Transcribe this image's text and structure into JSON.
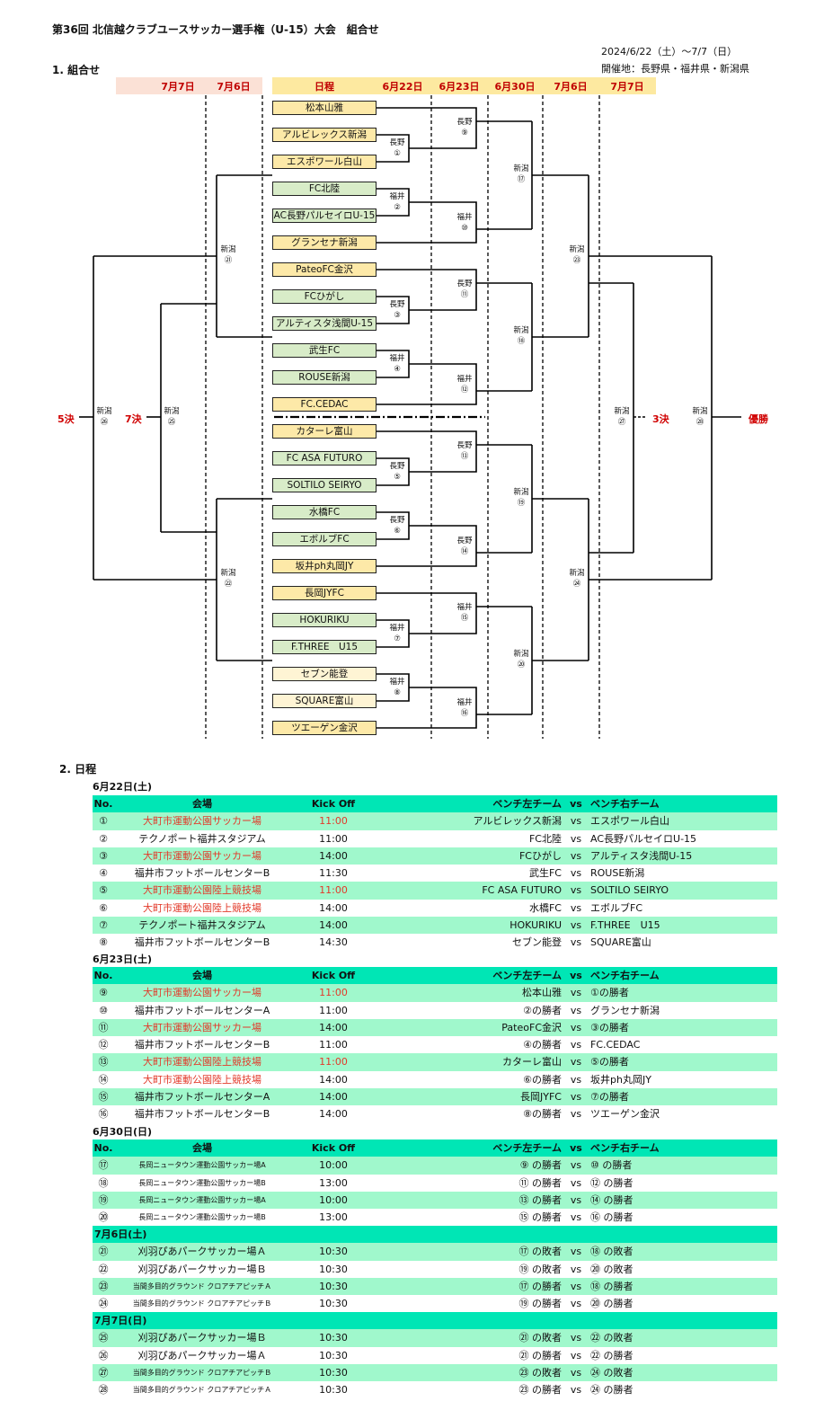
{
  "title": "第36回 北信越クラブユースサッカー選手権（U-15）大会　組合せ",
  "period": "2024/6/22（土）～7/7（日）",
  "venue_line": "開催地：長野県・福井県・新潟県",
  "section1": "1.  組合せ",
  "section2": "2.  日程",
  "bracket_header": {
    "left": [
      "7月7日",
      "7月6日"
    ],
    "right": [
      "日程",
      "6月22日",
      "6月23日",
      "6月30日",
      "7月6日",
      "7月7日"
    ]
  },
  "teams": [
    "松本山雅",
    "アルビレックス新潟",
    "エスポワール白山",
    "FC北陸",
    "AC長野パルセイロU-15",
    "グランセナ新潟",
    "PateoFC金沢",
    "FCひがし",
    "アルティスタ浅間U-15",
    "武生FC",
    "ROUSE新潟",
    "FC.CEDAC",
    "カターレ富山",
    "FC ASA FUTURO",
    "SOLTILO SEIRYO",
    "水橋FC",
    "エボルブFC",
    "坂井ph丸岡JY",
    "長岡JYFC",
    "HOKURIKU",
    "F.THREE　U15",
    "セブン能登",
    "SQUARE富山",
    "ツエーゲン金沢"
  ],
  "match_labels": {
    "m1": [
      "長野",
      "①"
    ],
    "m2": [
      "福井",
      "②"
    ],
    "m3": [
      "長野",
      "③"
    ],
    "m4": [
      "福井",
      "④"
    ],
    "m5": [
      "長野",
      "⑤"
    ],
    "m6": [
      "長野",
      "⑥"
    ],
    "m7": [
      "福井",
      "⑦"
    ],
    "m8": [
      "福井",
      "⑧"
    ],
    "m9": [
      "長野",
      "⑨"
    ],
    "m10": [
      "福井",
      "⑩"
    ],
    "m11": [
      "長野",
      "⑪"
    ],
    "m12": [
      "福井",
      "⑫"
    ],
    "m13": [
      "長野",
      "⑬"
    ],
    "m14": [
      "長野",
      "⑭"
    ],
    "m15": [
      "福井",
      "⑮"
    ],
    "m16": [
      "福井",
      "⑯"
    ],
    "m17": [
      "新潟",
      "⑰"
    ],
    "m18": [
      "新潟",
      "⑱"
    ],
    "m19": [
      "新潟",
      "⑲"
    ],
    "m20": [
      "新潟",
      "⑳"
    ],
    "m21": [
      "新潟",
      "㉑"
    ],
    "m22": [
      "新潟",
      "㉒"
    ],
    "m23": [
      "新潟",
      "㉓"
    ],
    "m24": [
      "新潟",
      "㉔"
    ],
    "m25": [
      "新潟",
      "㉕"
    ],
    "m26": [
      "新潟",
      "㉖"
    ],
    "m27": [
      "新潟",
      "㉗"
    ],
    "m28": [
      "新潟",
      "㉘"
    ]
  },
  "ranks": {
    "r5": "5決",
    "r7": "7決",
    "r3": "3決",
    "win": "優勝"
  },
  "table_header": {
    "no": "No.",
    "venue": "会場",
    "ko": "Kick Off",
    "left": "ベンチ左チーム",
    "vs": "vs",
    "right": "ベンチ右チーム"
  },
  "days": [
    {
      "label": "6月22日(土)",
      "matches": [
        {
          "no": "①",
          "venue": "大町市運動公園サッカー場",
          "ko": "11:00",
          "left": "アルビレックス新潟",
          "right": "エスポワール白山"
        },
        {
          "no": "②",
          "venue": "テクノポート福井スタジアム",
          "ko": "11:00",
          "left": "FC北陸",
          "right": "AC長野パルセイロU-15"
        },
        {
          "no": "③",
          "venue": "大町市運動公園サッカー場",
          "ko": "14:00",
          "left": "FCひがし",
          "right": "アルティスタ浅間U-15"
        },
        {
          "no": "④",
          "venue": "福井市フットボールセンターB",
          "ko": "11:30",
          "left": "武生FC",
          "right": "ROUSE新潟"
        },
        {
          "no": "⑤",
          "venue": "大町市運動公園陸上競技場",
          "ko": "11:00",
          "left": "FC ASA FUTURO",
          "right": "SOLTILO SEIRYO"
        },
        {
          "no": "⑥",
          "venue": "大町市運動公園陸上競技場",
          "ko": "14:00",
          "left": "水橋FC",
          "right": "エボルブFC"
        },
        {
          "no": "⑦",
          "venue": "テクノポート福井スタジアム",
          "ko": "14:00",
          "left": "HOKURIKU",
          "right": "F.THREE　U15"
        },
        {
          "no": "⑧",
          "venue": "福井市フットボールセンターB",
          "ko": "14:30",
          "left": "セブン能登",
          "right": "SQUARE富山"
        }
      ]
    },
    {
      "label": "6月23日(土)",
      "matches": [
        {
          "no": "⑨",
          "venue": "大町市運動公園サッカー場",
          "ko": "11:00",
          "left": "松本山雅",
          "right": "①の勝者"
        },
        {
          "no": "⑩",
          "venue": "福井市フットボールセンターA",
          "ko": "11:00",
          "left": "②の勝者",
          "right": "グランセナ新潟"
        },
        {
          "no": "⑪",
          "venue": "大町市運動公園サッカー場",
          "ko": "14:00",
          "left": "PateoFC金沢",
          "right": "③の勝者"
        },
        {
          "no": "⑫",
          "venue": "福井市フットボールセンターB",
          "ko": "11:00",
          "left": "④の勝者",
          "right": "FC.CEDAC"
        },
        {
          "no": "⑬",
          "venue": "大町市運動公園陸上競技場",
          "ko": "11:00",
          "left": "カターレ富山",
          "right": "⑤の勝者"
        },
        {
          "no": "⑭",
          "venue": "大町市運動公園陸上競技場",
          "ko": "14:00",
          "left": "⑥の勝者",
          "right": "坂井ph丸岡JY"
        },
        {
          "no": "⑮",
          "venue": "福井市フットボールセンターA",
          "ko": "14:00",
          "left": "長岡JYFC",
          "right": "⑦の勝者"
        },
        {
          "no": "⑯",
          "venue": "福井市フットボールセンターB",
          "ko": "14:00",
          "left": "⑧の勝者",
          "right": "ツエーゲン金沢"
        }
      ]
    },
    {
      "label": "6月30日(日)",
      "matches": [
        {
          "no": "⑰",
          "venue": "長岡ニュータウン運動公園サッカー場A",
          "ko": "10:00",
          "left": "⑨ の勝者",
          "right": "⑩ の勝者"
        },
        {
          "no": "⑱",
          "venue": "長岡ニュータウン運動公園サッカー場B",
          "ko": "13:00",
          "left": "⑪ の勝者",
          "right": "⑫ の勝者"
        },
        {
          "no": "⑲",
          "venue": "長岡ニュータウン運動公園サッカー場A",
          "ko": "10:00",
          "left": "⑬ の勝者",
          "right": "⑭ の勝者"
        },
        {
          "no": "⑳",
          "venue": "長岡ニュータウン運動公園サッカー場B",
          "ko": "13:00",
          "left": "⑮ の勝者",
          "right": "⑯ の勝者"
        }
      ]
    },
    {
      "label": "7月6日(土)",
      "matches": [
        {
          "no": "㉑",
          "venue": "刈羽ぴあパークサッカー場Ａ",
          "ko": "10:30",
          "left": "⑰ の敗者",
          "right": "⑱ の敗者"
        },
        {
          "no": "㉒",
          "venue": "刈羽ぴあパークサッカー場Ｂ",
          "ko": "10:30",
          "left": "⑲ の敗者",
          "right": "⑳ の敗者"
        },
        {
          "no": "㉓",
          "venue": "当間多目的グラウンド クロアチアピッチＡ",
          "ko": "10:30",
          "left": "⑰ の勝者",
          "right": "⑱ の勝者"
        },
        {
          "no": "㉔",
          "venue": "当間多目的グラウンド クロアチアピッチＢ",
          "ko": "10:30",
          "left": "⑲ の勝者",
          "right": "⑳ の勝者"
        }
      ]
    },
    {
      "label": "7月7日(日)",
      "matches": [
        {
          "no": "㉕",
          "venue": "刈羽ぴあパークサッカー場Ｂ",
          "ko": "10:30",
          "left": "㉑ の敗者",
          "right": "㉒ の敗者"
        },
        {
          "no": "㉖",
          "venue": "刈羽ぴあパークサッカー場Ａ",
          "ko": "10:30",
          "left": "㉑ の勝者",
          "right": "㉒ の勝者"
        },
        {
          "no": "㉗",
          "venue": "当間多目的グラウンド クロアチアピッチＢ",
          "ko": "10:30",
          "left": "㉓ の敗者",
          "right": "㉔ の敗者"
        },
        {
          "no": "㉘",
          "venue": "当間多目的グラウンド クロアチアピッチＡ",
          "ko": "10:30",
          "left": "㉓ の勝者",
          "right": "㉔ の勝者"
        }
      ]
    }
  ]
}
